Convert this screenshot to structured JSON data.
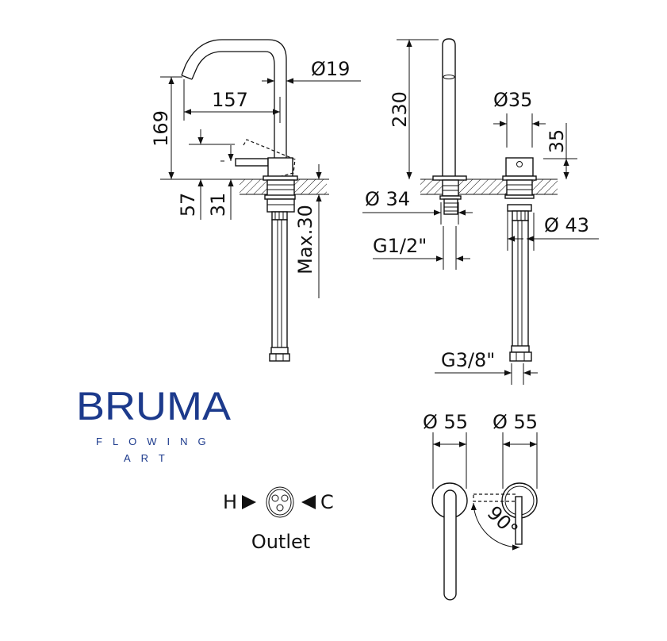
{
  "brand": {
    "name": "BRUMA",
    "tagline_line1": "FLOWING",
    "tagline_line2": "ART",
    "color": "#1c3a8c"
  },
  "side_view": {
    "spout_diameter": "Ø19",
    "spout_reach": "157",
    "spout_height": "169",
    "lever_height": "57",
    "body_height": "31",
    "max_counter_thickness": "Max.30"
  },
  "spout_view": {
    "spout_height": "230",
    "flange_diameter": "Ø 34",
    "thread": "G1/2\""
  },
  "mixer_view": {
    "body_diameter": "Ø35",
    "body_height": "35",
    "flange_diameter": "Ø 43",
    "hose_thread": "G3/8\""
  },
  "top_view": {
    "left_diameter": "Ø 55",
    "right_diameter": "Ø 55",
    "rotation_angle": "90°"
  },
  "outlet_legend": {
    "hot": "H",
    "cold": "C",
    "label": "Outlet"
  }
}
